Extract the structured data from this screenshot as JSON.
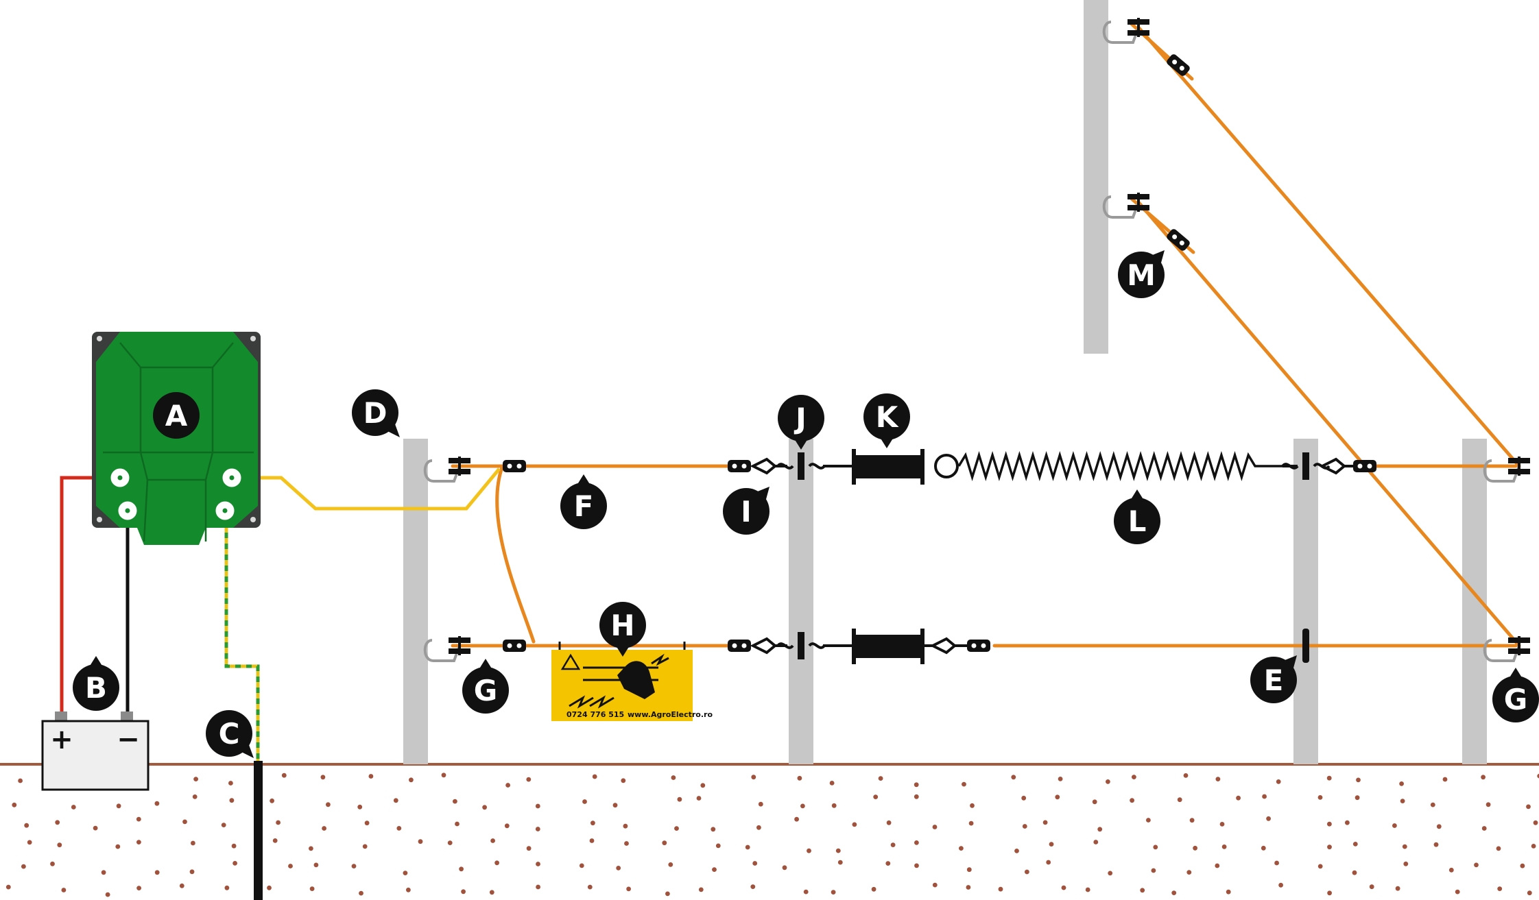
{
  "colors": {
    "wire": "#e8871e",
    "feed_wire": "#f3c21b",
    "post": "#c6c7c6",
    "energizer": "#138a2c",
    "energizer_frame": "#3b3d3c",
    "soil_line": "#a35a3d",
    "soil_dot": "#a0523c",
    "battery_positive": "#d42a1c",
    "battery_negative": "#111111",
    "earth_yellow": "#e8c21b",
    "earth_green": "#2a9a35",
    "sign": "#f5c400",
    "label_bg": "#111111"
  },
  "labels": {
    "A": "A",
    "B": "B",
    "C": "C",
    "D": "D",
    "E": "E",
    "F": "F",
    "G1": "G",
    "G2": "G",
    "H": "H",
    "I": "I",
    "J": "J",
    "K": "K",
    "L": "L",
    "M": "M"
  },
  "battery": {
    "plus": "+",
    "minus": "−"
  },
  "sign": {
    "phone": "0724 776 515",
    "website": "www.AgroElectro.ro"
  }
}
